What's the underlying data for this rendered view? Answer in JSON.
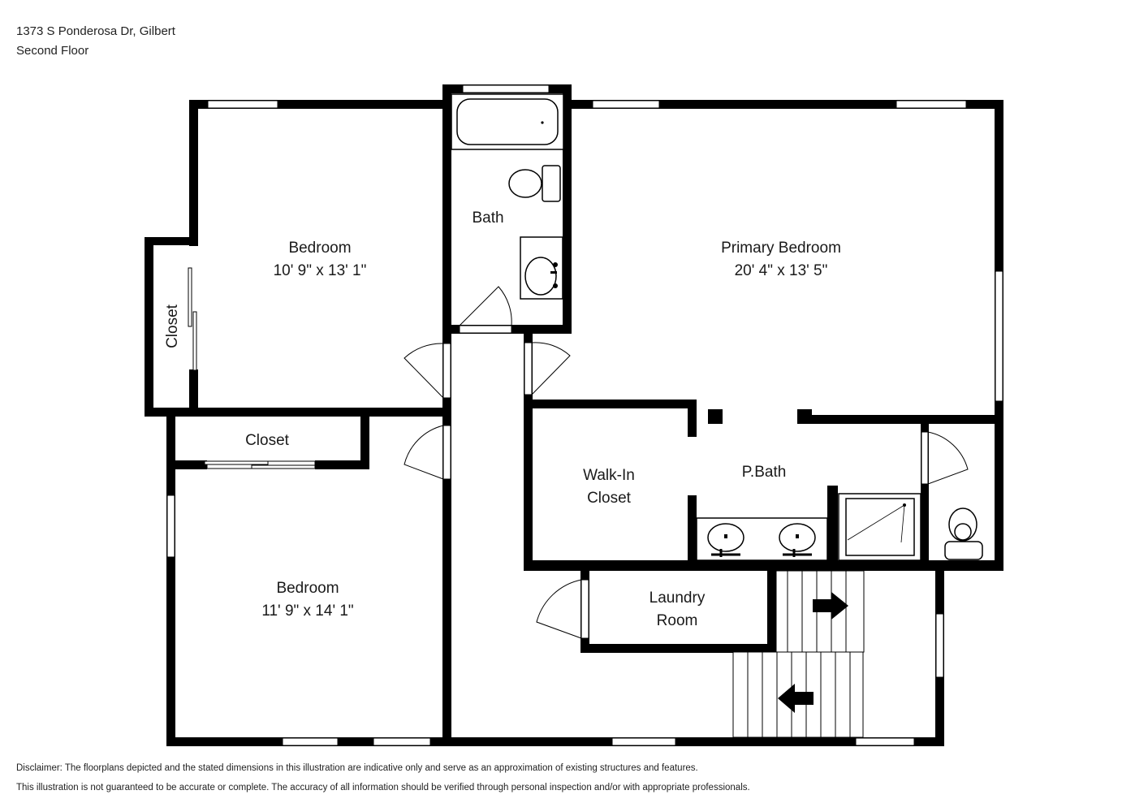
{
  "header": {
    "address": "1373 S Ponderosa Dr, Gilbert",
    "floor": "Second Floor"
  },
  "rooms": {
    "bedroom_top": {
      "name": "Bedroom",
      "dims": "10' 9\" x 13' 1\""
    },
    "bath": {
      "name": "Bath"
    },
    "primary_bedroom": {
      "name": "Primary Bedroom",
      "dims": "20' 4\" x 13' 5\""
    },
    "closet_side": {
      "name": "Closet"
    },
    "closet_mid": {
      "name": "Closet"
    },
    "walk_in_closet": {
      "line1": "Walk-In",
      "line2": "Closet"
    },
    "pbath": {
      "name": "P.Bath"
    },
    "laundry": {
      "line1": "Laundry",
      "line2": "Room"
    },
    "bedroom_bottom": {
      "name": "Bedroom",
      "dims": "11' 9\" x 14' 1\""
    }
  },
  "disclaimer": {
    "line1": "Disclaimer: The floorplans depicted and the stated dimensions in this illustration are indicative only and serve as an approximation of existing structures and features.",
    "line2": "This illustration is not guaranteed to be accurate or complete. The accuracy of all information should be verified through personal inspection and/or with appropriate professionals."
  },
  "colors": {
    "wall": "#000000",
    "background": "#ffffff"
  }
}
